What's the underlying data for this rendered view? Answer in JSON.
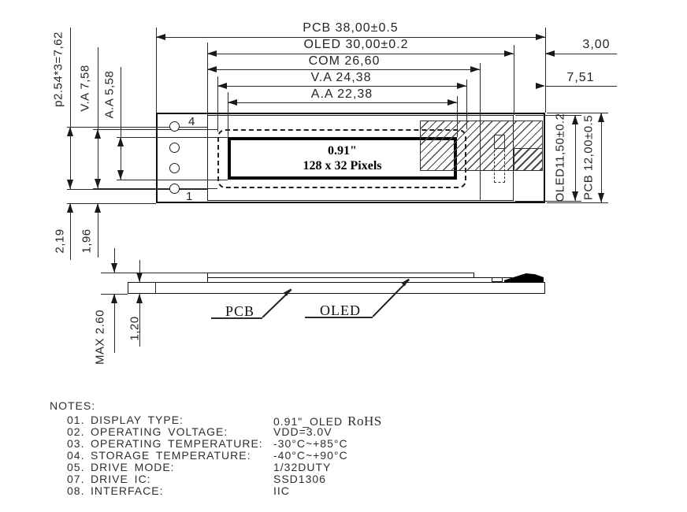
{
  "top_view": {
    "dim_pcb_width": "PCB 38,00±0.5",
    "dim_oled_width": "OLED 30,00±0.2",
    "dim_com_width": "COM 26,60",
    "dim_va_width": "V.A 24,38",
    "dim_aa_width": "A.A 22,38",
    "dim_oled_to_edge": "3,00",
    "dim_va_to_edge": "7,51",
    "dim_pin_pitch": "p2.54*3=7,62",
    "dim_va_height": "V.A 7,58",
    "dim_aa_height": "A.A 5,58",
    "dim_pin_to_bottom": "2,19",
    "dim_va_to_bottom": "1,96",
    "dim_oled_height": "OLED11,50±0.2",
    "dim_pcb_height": "PCB 12,00±0.5",
    "pin_top_label": "4",
    "pin_bottom_label": "1",
    "display_size": "0.91\"",
    "display_resolution": "128 x 32 Pixels"
  },
  "side_view": {
    "label_pcb": "PCB",
    "label_oled": "OLED",
    "dim_total_height": "MAX 2.60",
    "dim_pcb_thickness": "1,20"
  },
  "notes": {
    "title": "NOTES:",
    "items": [
      {
        "num": "01.",
        "label": "DISPLAY TYPE:",
        "value": "0.91\"_OLED",
        "value_serif": "RoHS"
      },
      {
        "num": "02.",
        "label": "OPERATING VOLTAGE:",
        "value": "VDD=3.0V"
      },
      {
        "num": "03.",
        "label": "OPERATING TEMPERATURE:",
        "value": "-30°C~+85°C"
      },
      {
        "num": "04.",
        "label": "STORAGE TEMPERATURE:",
        "value": "-40°C~+90°C"
      },
      {
        "num": "05.",
        "label": "DRIVE MODE:",
        "value": "1/32DUTY"
      },
      {
        "num": "07.",
        "label": "DRIVE IC:",
        "value": "SSD1306"
      },
      {
        "num": "08.",
        "label": "INTERFACE:",
        "value": "IIC"
      }
    ]
  }
}
